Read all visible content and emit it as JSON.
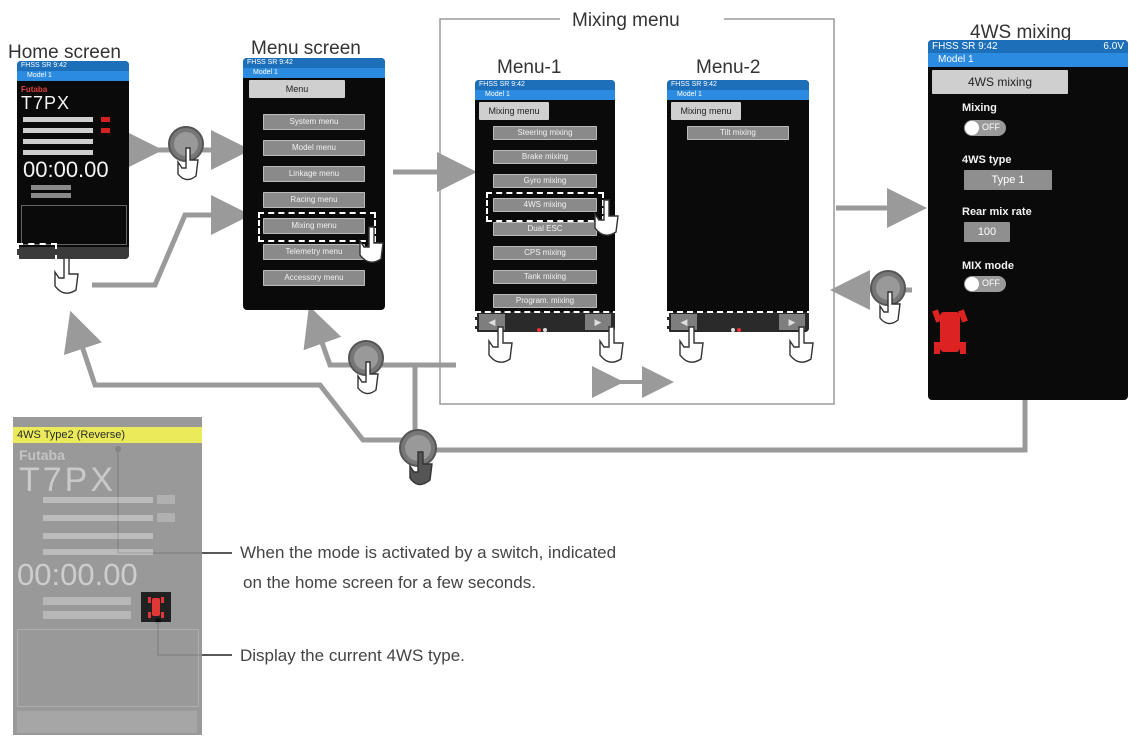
{
  "labels": {
    "home_screen": "Home screen",
    "menu_screen": "Menu screen",
    "mixing_menu": "Mixing menu",
    "menu1": "Menu-1",
    "menu2": "Menu-2",
    "ws_mixing": "4WS mixing"
  },
  "home": {
    "status": "FHSS SR  9:42",
    "model": "Model 1",
    "brand": "Futaba",
    "product": "T7PX",
    "timer": "00:00.00"
  },
  "menu_screen": {
    "status": "FHSS SR  9:42",
    "model": "Model 1",
    "header": "Menu",
    "items": [
      "System menu",
      "Model menu",
      "Linkage menu",
      "Racing menu",
      "Mixing menu",
      "Telemetry menu",
      "Accessory menu"
    ]
  },
  "menu1": {
    "status": "FHSS SR  9:42",
    "model": "Model 1",
    "header": "Mixing menu",
    "items": [
      "Steering mixing",
      "Brake mixing",
      "Gyro mixing",
      "4WS mixing",
      "Dual ESC",
      "CPS mixing",
      "Tank mixing",
      "Program. mixing"
    ]
  },
  "menu2": {
    "status": "FHSS SR  9:42",
    "model": "Model 1",
    "header": "Mixing menu",
    "items": [
      "Tilt mixing"
    ]
  },
  "ws_screen": {
    "status": "FHSS SR      9:42",
    "voltage": "6.0V",
    "model": "Model 1",
    "header": "4WS mixing",
    "mixing_label": "Mixing",
    "mixing_toggle": "OFF",
    "type_label": "4WS type",
    "type_value": "Type 1",
    "rate_label": "Rear mix rate",
    "rate_value": "100",
    "mode_label": "MIX mode",
    "mode_toggle": "OFF"
  },
  "home_large": {
    "banner": "4WS Type2 (Reverse)",
    "brand": "Futaba",
    "product": "T7PX",
    "timer": "00:00.00"
  },
  "annotations": {
    "switch_note_line1": "When the mode is activated by a switch, indicated",
    "switch_note_line2": "on the home screen for a few seconds.",
    "type_note": "Display the current 4WS type."
  },
  "colors": {
    "accent_blue": "#2b8be0",
    "status_blue": "#1c6fb8",
    "arrow_gray": "#9a9a9a",
    "banner_yellow": "#e8e84a"
  }
}
